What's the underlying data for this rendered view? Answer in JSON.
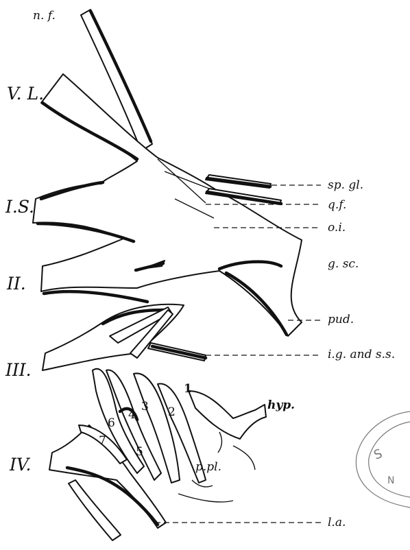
{
  "roots": {
    "nf": "n. f.",
    "vl": "V. L.",
    "is": "I.S.",
    "ii": "II.",
    "iii": "III.",
    "iv": "IV."
  },
  "branches": {
    "sp_gl": "sp. gl.",
    "qf": "q.f.",
    "oi": "o.i.",
    "g_sc": "g. sc.",
    "pud": "pud.",
    "ig_ss": "i.g. and s.s.",
    "hyp": "hyp.",
    "ppl": "p.pl.",
    "la": "l.a."
  },
  "numbers": [
    "1",
    "2",
    "3",
    "4",
    "5",
    "6",
    "7"
  ],
  "icons": {
    "stamp": "library-stamp-icon"
  }
}
